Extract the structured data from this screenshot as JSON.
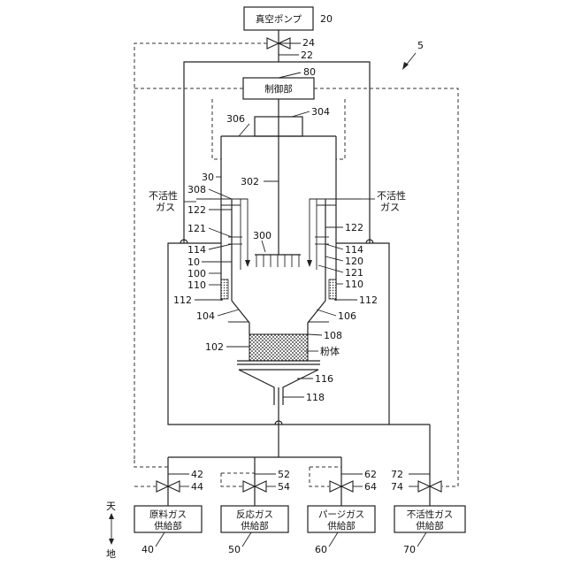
{
  "boxes": {
    "vacuum_pump": "真空ポンプ",
    "controller": "制御部",
    "raw_gas_supply": [
      "原料ガス",
      "供給部"
    ],
    "reaction_gas_supply": [
      "反応ガス",
      "供給部"
    ],
    "purge_gas_supply": [
      "パージガス",
      "供給部"
    ],
    "inert_gas_supply": [
      "不活性ガス",
      "供給部"
    ]
  },
  "text_labels": {
    "inert_gas_left": [
      "不活性",
      "ガス"
    ],
    "inert_gas_right": [
      "不活性",
      "ガス"
    ],
    "powder": "粉体",
    "top": "天",
    "bottom": "地"
  },
  "ref_numbers": {
    "n5": "5",
    "n20": "20",
    "n22": "22",
    "n24": "24",
    "n30": "30",
    "n40": "40",
    "n42": "42",
    "n44": "44",
    "n50": "50",
    "n52": "52",
    "n54": "54",
    "n60": "60",
    "n62": "62",
    "n64": "64",
    "n70": "70",
    "n72": "72",
    "n74": "74",
    "n80": "80",
    "n10": "10",
    "n100": "100",
    "n102": "102",
    "n104": "104",
    "n106": "106",
    "n108": "108",
    "n110": "110",
    "n110r": "110",
    "n112": "112",
    "n112r": "112",
    "n114": "114",
    "n114r": "114",
    "n116": "116",
    "n118": "118",
    "n120": "120",
    "n121": "121",
    "n121r": "121",
    "n122": "122",
    "n122r": "122",
    "n300": "300",
    "n302": "302",
    "n304": "304",
    "n306": "306",
    "n308": "308"
  }
}
